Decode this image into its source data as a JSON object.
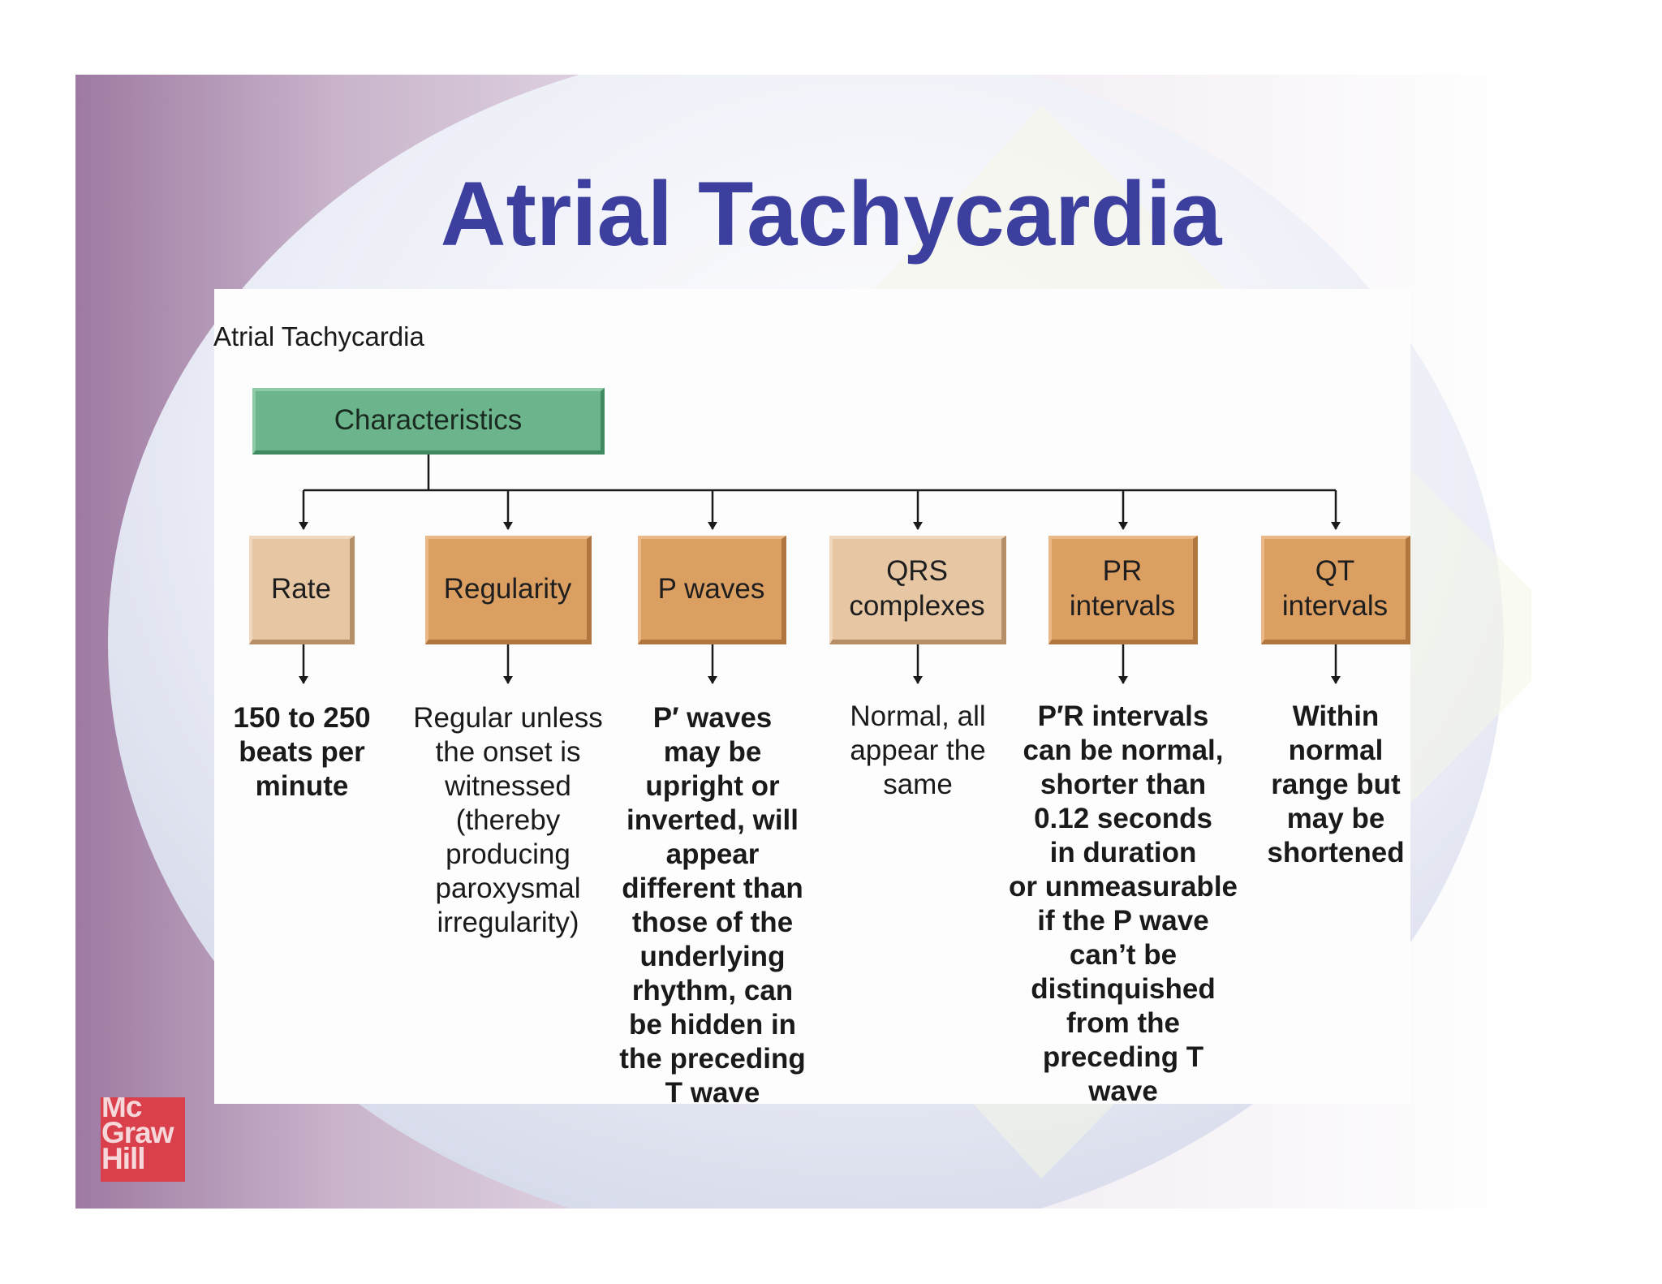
{
  "title": "Atrial Tachycardia",
  "figure": {
    "caption": "Atrial Tachycardia",
    "root": "Characteristics",
    "nodes": [
      {
        "label": "Rate",
        "description": "150 to 250\nbeats per\nminute"
      },
      {
        "label": "Regularity",
        "description": "Regular unless\nthe onset is\nwitnessed\n(thereby\nproducing\nparoxysmal\nirregularity)"
      },
      {
        "label": "P waves",
        "description": "P′ waves\nmay be\nupright or\ninverted, will\nappear\ndifferent than\nthose of the\nunderlying\nrhythm, can\nbe hidden in\nthe preceding\nT wave"
      },
      {
        "label": "QRS\ncomplexes",
        "description": "Normal, all\nappear the\nsame"
      },
      {
        "label": "PR\nintervals",
        "description": "P′R intervals\ncan be normal,\nshorter than\n0.12 seconds\nin duration\nor unmeasurable\nif the P wave\ncan’t be\ndistinquished\nfrom the\npreceding T\nwave"
      },
      {
        "label": "QT\nintervals",
        "description": "Within\nnormal\nrange but\nmay be\nshortened"
      }
    ]
  },
  "logo": {
    "text": "Mc\nGraw\nHill"
  },
  "colors": {
    "title": "#3d3f9e",
    "root_box": "#6cb58c",
    "node_light": "#e6c6a3",
    "node_dark": "#dc9f62",
    "logo": "#d9404b"
  }
}
